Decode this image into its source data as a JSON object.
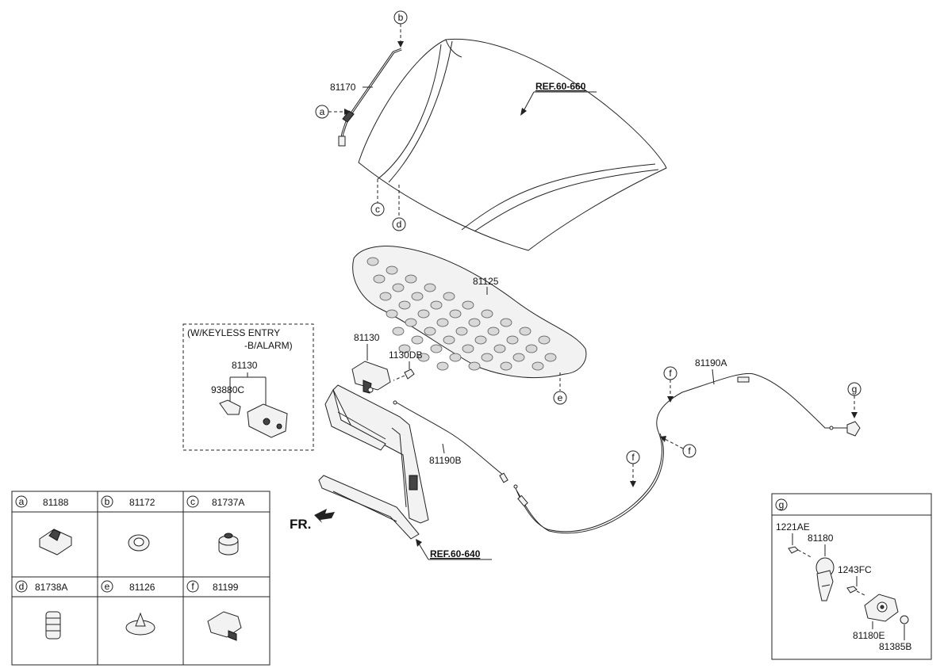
{
  "hood": {
    "strut_part": "81170",
    "ref_label": "REF.60-660"
  },
  "insulator": {
    "part": "81125"
  },
  "latch": {
    "part": "81130",
    "bolt_part": "1130DB"
  },
  "keyless_box": {
    "line1": "(W/KEYLESS ENTRY",
    "line2": "-B/ALARM)",
    "latch_part": "81130",
    "switch_part": "93880C"
  },
  "cables": {
    "upper_part": "81190A",
    "lower_part": "81190B"
  },
  "radiator_support": {
    "ref_label": "REF.60-640",
    "front_label": "FR."
  },
  "callouts": {
    "a": "a",
    "b": "b",
    "c": "c",
    "d": "d",
    "e": "e",
    "f": "f",
    "g": "g"
  },
  "legend": [
    {
      "key": "a",
      "part": "81188"
    },
    {
      "key": "b",
      "part": "81172"
    },
    {
      "key": "c",
      "part": "81737A"
    },
    {
      "key": "d",
      "part": "81738A"
    },
    {
      "key": "e",
      "part": "81126"
    },
    {
      "key": "f",
      "part": "81199"
    }
  ],
  "detail_g": {
    "key": "g",
    "parts": {
      "bolt1": "1221AE",
      "handle": "81180",
      "bolt2": "1243FC",
      "housing": "81180E",
      "cap": "81385B"
    }
  }
}
